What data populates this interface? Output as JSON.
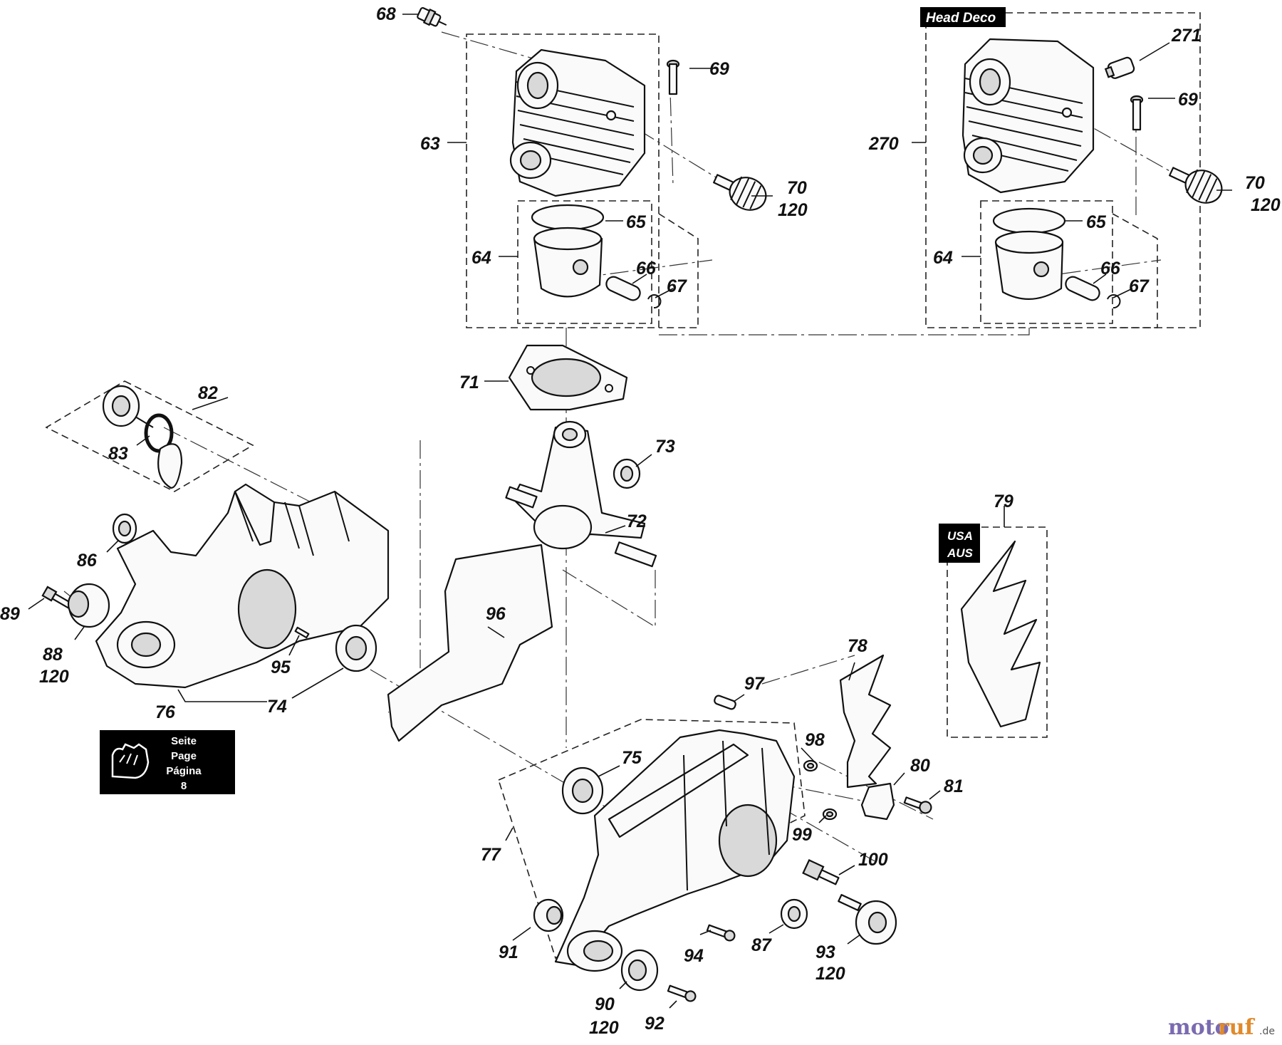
{
  "labels": {
    "l68": "68",
    "l69a": "69",
    "l63": "63",
    "l70a": "70",
    "l120a": "120",
    "l65a": "65",
    "l64a": "64",
    "l66a": "66",
    "l67a": "67",
    "l271": "271",
    "l69b": "69",
    "l270": "270",
    "l70b": "70",
    "l120b": "120",
    "l65b": "65",
    "l64b": "64",
    "l66b": "66",
    "l67b": "67",
    "l71": "71",
    "l82": "82",
    "l83": "83",
    "l73": "73",
    "l72": "72",
    "l79": "79",
    "l86": "86",
    "l89": "89",
    "l88": "88",
    "l120c": "120",
    "l95": "95",
    "l96": "96",
    "l76": "76",
    "l74": "74",
    "l78": "78",
    "l97": "97",
    "l98": "98",
    "l75": "75",
    "l80": "80",
    "l81": "81",
    "l99": "99",
    "l77": "77",
    "l100": "100",
    "l91": "91",
    "l94": "94",
    "l87": "87",
    "l93": "93",
    "l120d": "120",
    "l90": "90",
    "l120e": "120",
    "l92": "92"
  },
  "tags": {
    "head_deco": "Head Deco",
    "usa": "USA",
    "aus": "AUS"
  },
  "page_ref": {
    "line1": "Seite",
    "line2": "Page",
    "line3": "Página",
    "line4": "8"
  },
  "watermark": {
    "part1": "moto",
    "part2": "ruf",
    "part3": ".de"
  },
  "colors": {
    "ink": "#111111",
    "tag_background": "#000000",
    "watermark_purple": "#7a6ab0",
    "watermark_orange": "#e08a2b"
  }
}
